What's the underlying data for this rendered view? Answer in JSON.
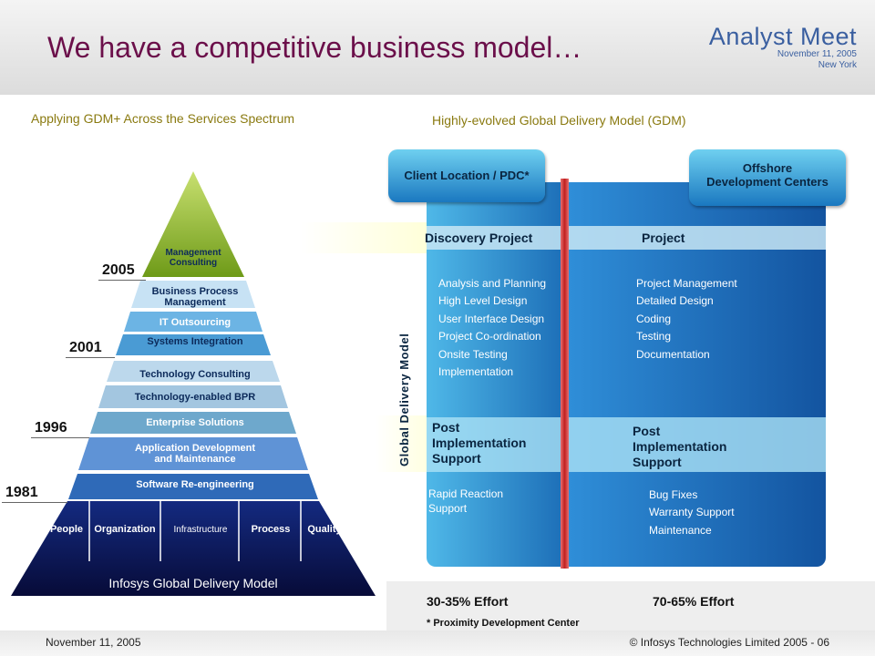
{
  "header": {
    "title": "We have a competitive business model…",
    "brand_line1": "Analyst Meet",
    "brand_line2": "November 11, 2005",
    "brand_line3": "New York"
  },
  "left": {
    "subtitle": "Applying GDM+ Across the Services Spectrum",
    "years": [
      "2005",
      "2001",
      "1996",
      "1981"
    ],
    "bands": [
      "Management\nConsulting",
      "Business Process\nManagement",
      "IT Outsourcing",
      "Systems Integration",
      "Technology Consulting",
      "Technology-enabled  BPR",
      "Enterprise Solutions",
      "Application Development\nand Maintenance",
      "Software Re-engineering"
    ],
    "pillars": [
      "People",
      "Organization",
      "Infrastructure",
      "Process",
      "Quality"
    ],
    "base_label": "Infosys Global Delivery Model"
  },
  "right": {
    "subtitle": "Highly-evolved Global Delivery Model (GDM)",
    "client_button": "Client Location / PDC*",
    "offshore_button_l1": "Offshore",
    "offshore_button_l2": "Development Centers",
    "discovery_header": "Discovery  Project",
    "project_header": "Project",
    "vertical_label": "Global Delivery Model",
    "left_list": [
      "Analysis and Planning",
      "High Level Design",
      "User Interface Design",
      "Project Co-ordination",
      "Onsite Testing",
      "Implementation"
    ],
    "right_list": [
      "Project Management",
      "Detailed Design",
      "Coding",
      "Testing",
      "Documentation"
    ],
    "pis_left": [
      "Post",
      "Implementation",
      "Support"
    ],
    "pis_right": [
      "Post",
      "Implementation",
      "Support"
    ],
    "left_list2": [
      "Rapid Reaction",
      "Support"
    ],
    "right_list2": [
      "Bug Fixes",
      "Warranty  Support",
      "Maintenance"
    ],
    "effort_left": "30-35% Effort",
    "effort_right": "70-65% Effort",
    "footnote": "* Proximity Development  Center"
  },
  "footer": {
    "date": "November 11, 2005",
    "copyright": "© Infosys Technologies Limited 2005 - 06"
  },
  "colors": {
    "title": "#6b0f4a",
    "brand": "#3a5fa0",
    "subtitle": "#8a7a10",
    "pyramid_top": "#8aba28",
    "pyramid_base": "#0a1450",
    "red_line": "#c02020"
  }
}
